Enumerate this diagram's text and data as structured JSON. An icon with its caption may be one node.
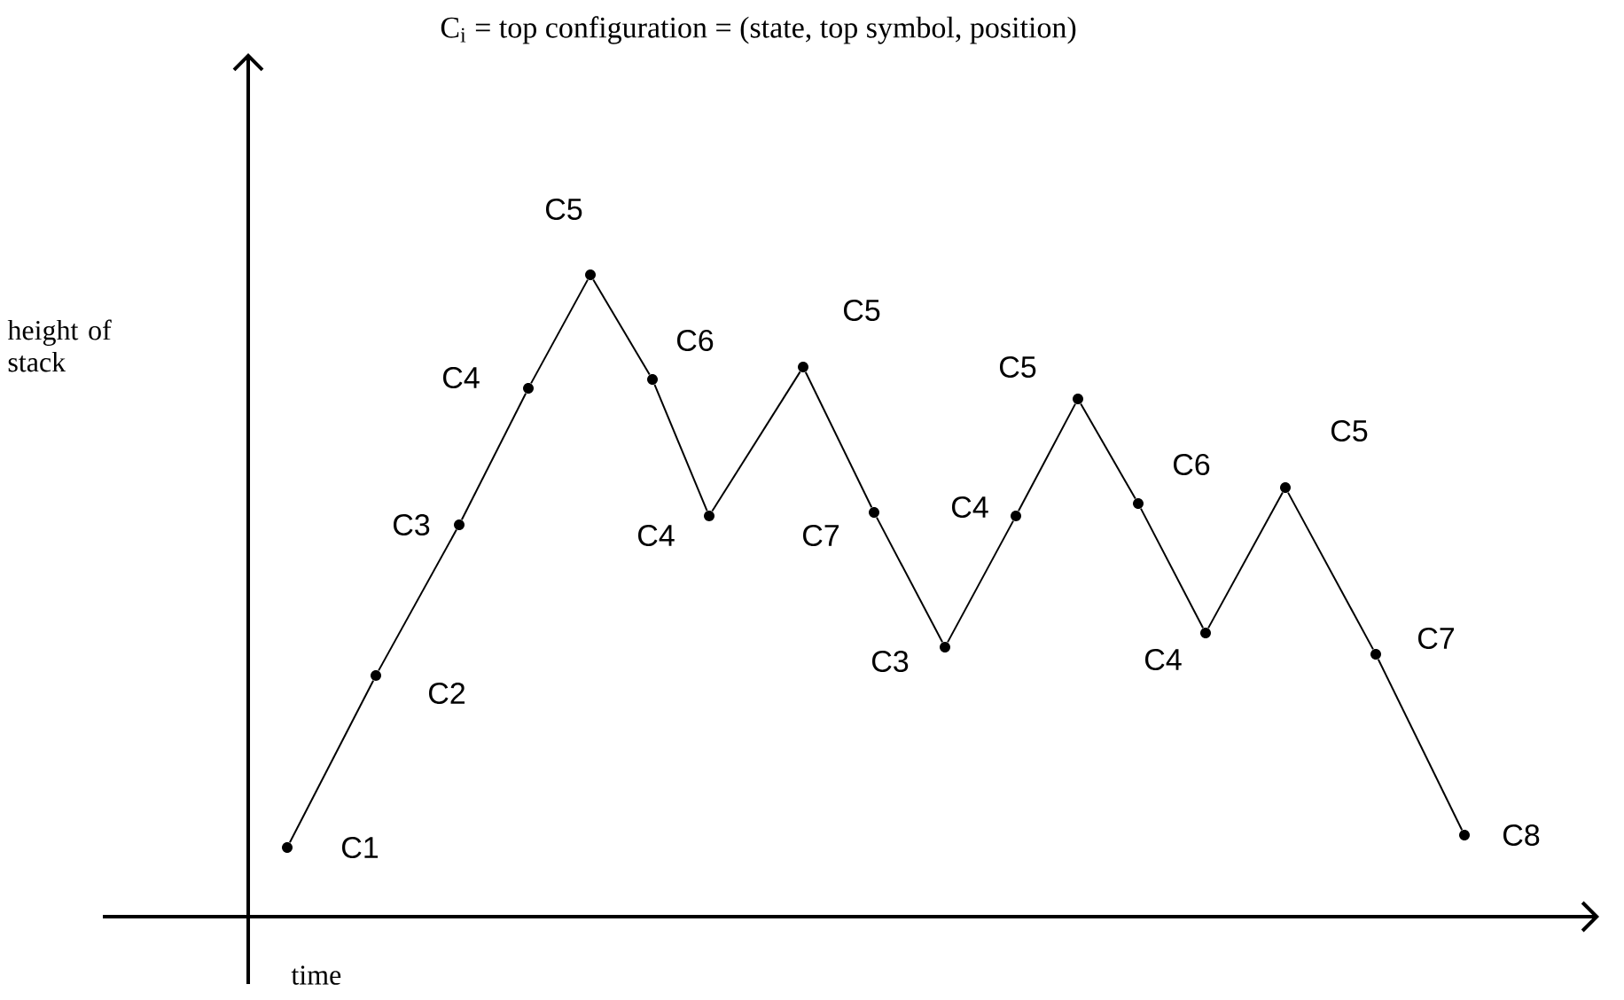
{
  "diagram": {
    "title": "C$_{i}$ = top configuration = (state, top symbol, position)",
    "nodes": [
      {
        "text": [],
        "shape": "circle",
        "beside": [
          "C1"
        ]
      },
      {
        "text": [],
        "shape": "circle",
        "beside": [
          "C2"
        ]
      },
      {
        "text": [],
        "shape": "circle",
        "beside": [
          "C3"
        ]
      },
      {
        "text": [],
        "shape": "circle",
        "beside": [
          "C4"
        ]
      },
      {
        "text": [],
        "shape": "circle",
        "beside": [
          "C5"
        ]
      },
      {
        "text": [],
        "shape": "circle",
        "beside": [
          "C6"
        ]
      },
      {
        "text": [],
        "shape": "circle",
        "beside": [
          "C4"
        ]
      },
      {
        "text": [],
        "shape": "circle",
        "beside": [
          "C5"
        ]
      },
      {
        "text": [],
        "shape": "circle",
        "beside": [
          "C7"
        ]
      },
      {
        "text": [],
        "shape": "circle",
        "beside": [
          "C3"
        ]
      },
      {
        "text": [],
        "shape": "circle",
        "beside": [
          "C4"
        ]
      },
      {
        "text": [],
        "shape": "circle",
        "beside": [
          "C5"
        ]
      },
      {
        "text": [],
        "shape": "circle",
        "beside": [
          "C6"
        ]
      },
      {
        "text": [],
        "shape": "circle",
        "beside": [
          "C4"
        ]
      },
      {
        "text": [],
        "shape": "circle",
        "beside": [
          "C5"
        ]
      },
      {
        "text": [],
        "shape": "circle",
        "beside": [
          "C7"
        ]
      },
      {
        "text": [],
        "shape": "circle",
        "beside": [
          "C8"
        ]
      }
    ],
    "edges": [
      {
        "from": 0,
        "to": 1,
        "arrow": "none"
      },
      {
        "from": 1,
        "to": 2,
        "arrow": "none"
      },
      {
        "from": 2,
        "to": 3,
        "arrow": "none"
      },
      {
        "from": 3,
        "to": 4,
        "arrow": "none"
      },
      {
        "from": 4,
        "to": 5,
        "arrow": "none"
      },
      {
        "from": 5,
        "to": 6,
        "arrow": "none"
      },
      {
        "from": 6,
        "to": 7,
        "arrow": "none"
      },
      {
        "from": 7,
        "to": 8,
        "arrow": "none"
      },
      {
        "from": 8,
        "to": 9,
        "arrow": "none"
      },
      {
        "from": 9,
        "to": 10,
        "arrow": "none"
      },
      {
        "from": 10,
        "to": 11,
        "arrow": "none"
      },
      {
        "from": 11,
        "to": 12,
        "arrow": "none"
      },
      {
        "from": 12,
        "to": 13,
        "arrow": "none"
      },
      {
        "from": 13,
        "to": 14,
        "arrow": "none"
      },
      {
        "from": 14,
        "to": 15,
        "arrow": "none"
      },
      {
        "from": 15,
        "to": 16,
        "arrow": "none"
      }
    ],
    "labels": [
      "height of stack",
      "time"
    ]
  }
}
